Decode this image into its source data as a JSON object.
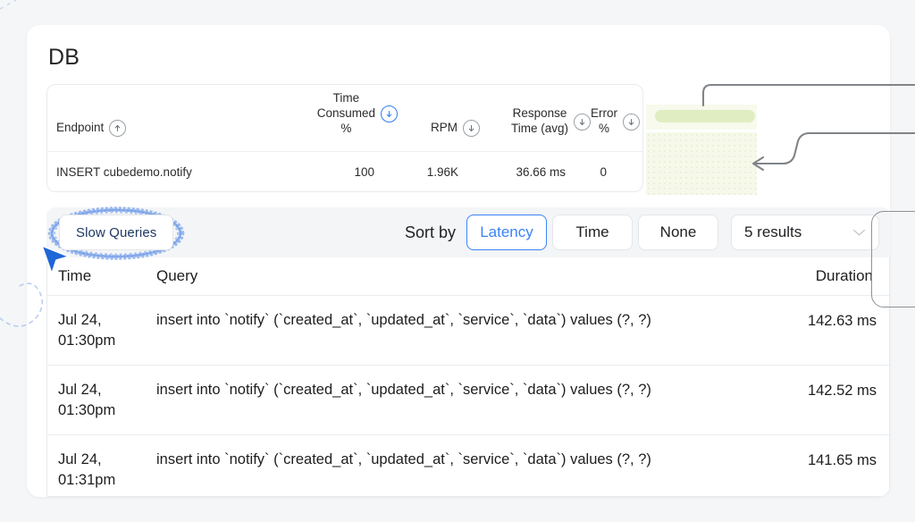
{
  "page": {
    "title": "DB",
    "background": "#f4f6f8",
    "accent": "#3b82f6"
  },
  "endpoint_table": {
    "columns": [
      {
        "label": "Endpoint",
        "sort_icon": "sort-asc-icon",
        "sort_dir": "up",
        "active": false
      },
      {
        "label": "Time\nConsumed\n%",
        "sort_icon": "sort-desc-icon",
        "sort_dir": "down",
        "active": true
      },
      {
        "label": "RPM",
        "sort_icon": "sort-desc-icon",
        "sort_dir": "down",
        "active": false
      },
      {
        "label": "Response\nTime (avg)",
        "sort_icon": "sort-desc-icon",
        "sort_dir": "down",
        "active": false
      },
      {
        "label": "Error\n%",
        "sort_icon": "sort-desc-icon",
        "sort_dir": "down",
        "active": false
      }
    ],
    "rows": [
      {
        "endpoint": "INSERT cubedemo.notify",
        "time_consumed_pct": "100",
        "rpm": "1.96K",
        "response_time_avg": "36.66 ms",
        "error_pct": "0"
      }
    ]
  },
  "toolbar": {
    "slow_queries_label": "Slow Queries",
    "sort_by_label": "Sort by",
    "sort_options": [
      {
        "label": "Latency",
        "active": true
      },
      {
        "label": "Time",
        "active": false
      },
      {
        "label": "None",
        "active": false
      }
    ],
    "results_select": {
      "value": "5 results",
      "chevron": "chevron-down-icon"
    },
    "highlight_color": "#6f9ae8"
  },
  "queries_table": {
    "columns": [
      "Time",
      "Query",
      "Duration"
    ],
    "rows": [
      {
        "time": "Jul 24,\n01:30pm",
        "query": "insert into `notify` (`created_at`, `updated_at`, `service`, `data`) values (?, ?)",
        "duration": "142.63 ms"
      },
      {
        "time": "Jul 24,\n01:30pm",
        "query": "insert into `notify` (`created_at`, `updated_at`, `service`, `data`) values (?, ?)",
        "duration": "142.52 ms"
      },
      {
        "time": "Jul 24,\n01:31pm",
        "query": "insert into `notify` (`created_at`, `updated_at`, `service`, `data`) values (?, ?)",
        "duration": "141.65 ms"
      }
    ]
  },
  "annotations": {
    "note_card_color": "#f6f9ea",
    "note_pill_color": "#e0edc2",
    "connector_color": "#808488",
    "cursor_color": "#1f66d6"
  }
}
